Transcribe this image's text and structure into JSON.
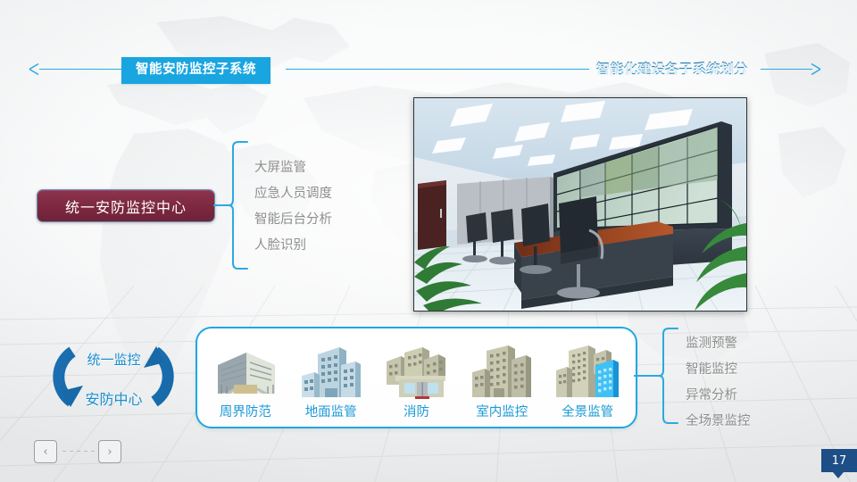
{
  "header": {
    "tab_label": "智能安防监控子系统",
    "right_title": "智能化建设各子系统划分"
  },
  "center_box": {
    "label": "统一安防监控中心"
  },
  "top_list": {
    "items": [
      {
        "label": "大屏监管"
      },
      {
        "label": "应急人员调度"
      },
      {
        "label": "智能后台分析"
      },
      {
        "label": "人脸识别"
      }
    ]
  },
  "bottom_list": {
    "items": [
      {
        "label": "监测预警"
      },
      {
        "label": "智能监控"
      },
      {
        "label": "异常分析"
      },
      {
        "label": "全场景监控"
      }
    ]
  },
  "cycle": {
    "top_label": "统一监控",
    "bottom_label": "安防中心"
  },
  "icon_card": {
    "items": [
      {
        "label": "周界防范",
        "icon": "perimeter-building-icon"
      },
      {
        "label": "地面监管",
        "icon": "office-towers-icon"
      },
      {
        "label": "消防",
        "icon": "fire-station-icon"
      },
      {
        "label": "室内监控",
        "icon": "indoor-buildings-icon"
      },
      {
        "label": "全景监管",
        "icon": "panorama-buildings-icon"
      }
    ]
  },
  "photo": {
    "alt": "security-control-room-photo"
  },
  "nav": {
    "prev_label": "‹",
    "next_label": "›"
  },
  "page": {
    "number": "17"
  },
  "colors": {
    "accent_cyan": "#19a5e0",
    "accent_blue": "#1a8fd0",
    "maroon": "#7d2840",
    "badge_blue": "#1d4f86",
    "list_gray": "#8d8d8d"
  }
}
